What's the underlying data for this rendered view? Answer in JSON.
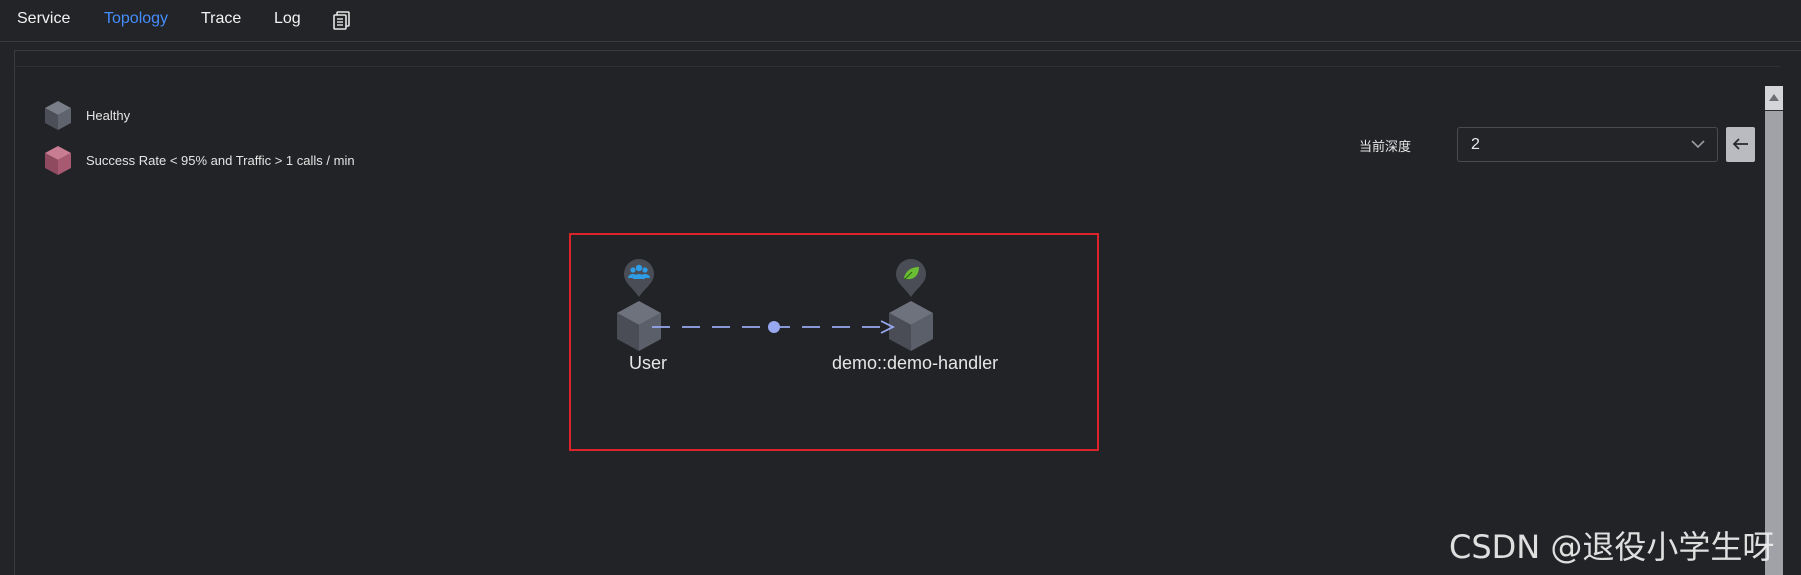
{
  "nav": {
    "tabs": [
      {
        "label": "Service",
        "active": false
      },
      {
        "label": "Topology",
        "active": true
      },
      {
        "label": "Trace",
        "active": false
      },
      {
        "label": "Log",
        "active": false
      }
    ],
    "copy_icon": "copy-icon"
  },
  "legend": {
    "healthy": {
      "label": "Healthy",
      "color": "#5c606b"
    },
    "unhealthy": {
      "label": "Success Rate < 95% and Traffic > 1 calls / min",
      "color": "#a85a72"
    }
  },
  "depth": {
    "label": "当前深度",
    "value": "2",
    "back_icon": "arrow-left-icon"
  },
  "graph": {
    "nodes": [
      {
        "name": "User",
        "icon": "users-icon",
        "icon_color": "#2e9de6"
      },
      {
        "name": "demo::demo-handler",
        "icon": "leaf-icon",
        "icon_color": "#6bbd34"
      }
    ],
    "edge_color": "#97a8f0"
  },
  "colors": {
    "accent": "#448dfe",
    "highlight_border": "#d9252a",
    "background": "#232427"
  },
  "watermark": "CSDN @退役小学生呀"
}
